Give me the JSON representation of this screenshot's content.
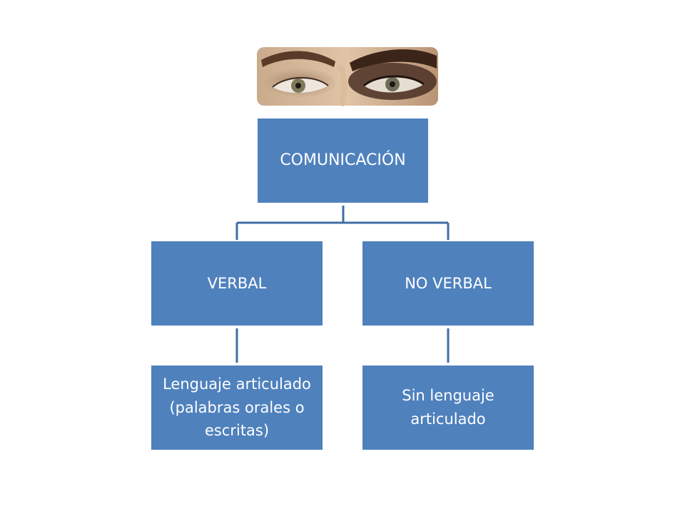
{
  "diagram": {
    "root": {
      "label": "COMUNICACIÓN"
    },
    "children": [
      {
        "label": "VERBAL",
        "detail": "Lenguaje articulado\n(palabras orales o\nescritas)"
      },
      {
        "label": "NO VERBAL",
        "detail": "Sin lenguaje\narticulado"
      }
    ]
  },
  "colors": {
    "box_fill": "#4f81bd",
    "box_text": "#ffffff",
    "connector": "#3f6ea3"
  },
  "image": {
    "icon": "eyes-photo-icon"
  }
}
